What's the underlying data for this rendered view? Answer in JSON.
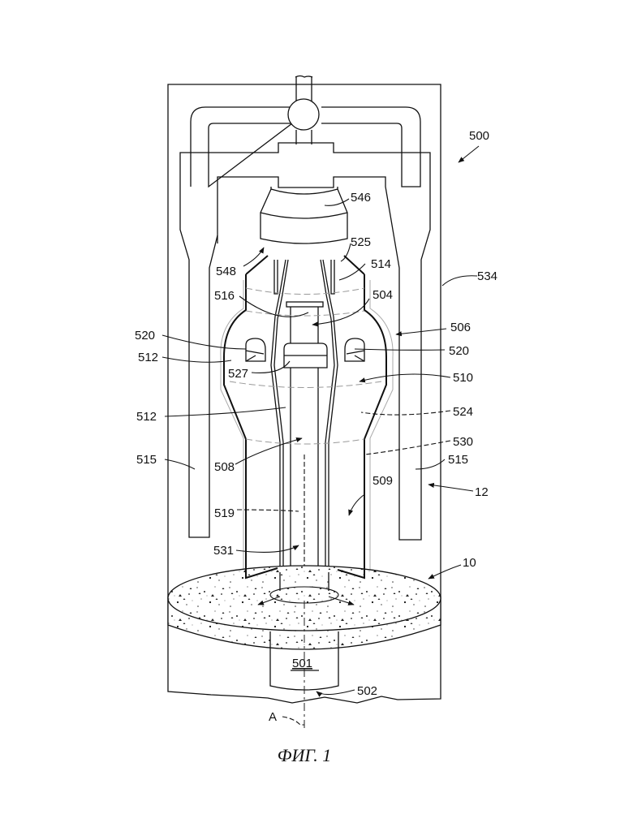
{
  "figure": {
    "caption": "ФИГ. 1",
    "axis_label": "A",
    "labels": {
      "l500": "500",
      "l546": "546",
      "l525": "525",
      "l548": "548",
      "l514": "514",
      "l534": "534",
      "l516": "516",
      "l504": "504",
      "l506": "506",
      "l520a": "520",
      "l520b": "520",
      "l512a": "512",
      "l527": "527",
      "l510": "510",
      "l512b": "512",
      "l524": "524",
      "l530": "530",
      "l508": "508",
      "l515a": "515",
      "l515b": "515",
      "l12": "12",
      "l509": "509",
      "l519": "519",
      "l531": "531",
      "l10": "10",
      "l501": "501",
      "l502": "502"
    }
  }
}
